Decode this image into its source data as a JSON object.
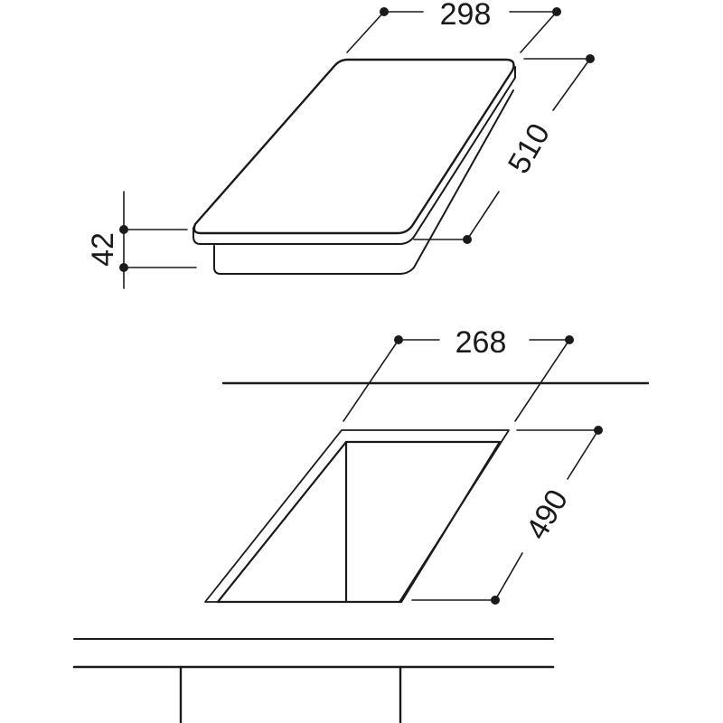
{
  "dimensions": {
    "hob_width": "298",
    "hob_depth": "510",
    "hob_height": "42",
    "cutout_width": "268",
    "cutout_depth": "490"
  }
}
